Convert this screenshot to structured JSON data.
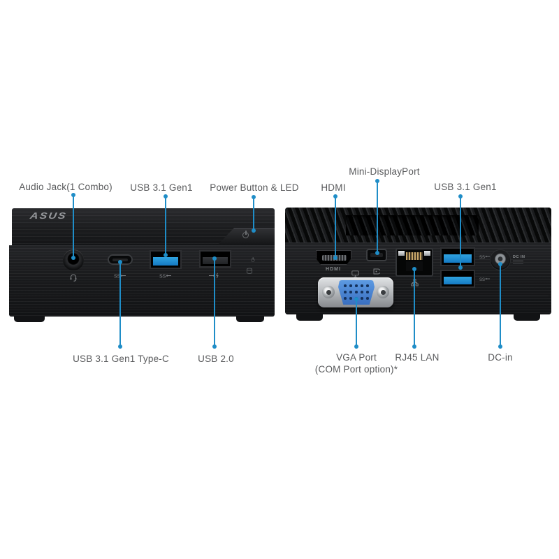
{
  "image_type": "product-port-diagram",
  "colors": {
    "background": "#ffffff",
    "leader_line": "#1f8dc7",
    "label_text": "#595a5c",
    "usb3_blue": "#1d8fd4",
    "vga_blue": "#4a86d8",
    "chassis_black": "#17181a"
  },
  "front_panel": {
    "logo": "ASUS",
    "callouts_top": [
      {
        "label": "Audio Jack(1 Combo)"
      },
      {
        "label": "USB 3.1 Gen1"
      },
      {
        "label": "Power Button & LED"
      }
    ],
    "callouts_bottom": [
      {
        "label": "USB 3.1 Gen1 Type-C"
      },
      {
        "label": "USB 2.0"
      }
    ]
  },
  "rear_panel": {
    "port_labels": {
      "hdmi": "HDMI",
      "dc_in": "DC IN"
    },
    "callouts_top": [
      {
        "label": "HDMI"
      },
      {
        "label": "Mini-DisplayPort"
      },
      {
        "label": "USB 3.1 Gen1"
      }
    ],
    "callouts_bottom": [
      {
        "label": "VGA Port",
        "label_line2": "(COM Port option)*"
      },
      {
        "label": "RJ45 LAN"
      },
      {
        "label": "DC-in"
      }
    ]
  }
}
